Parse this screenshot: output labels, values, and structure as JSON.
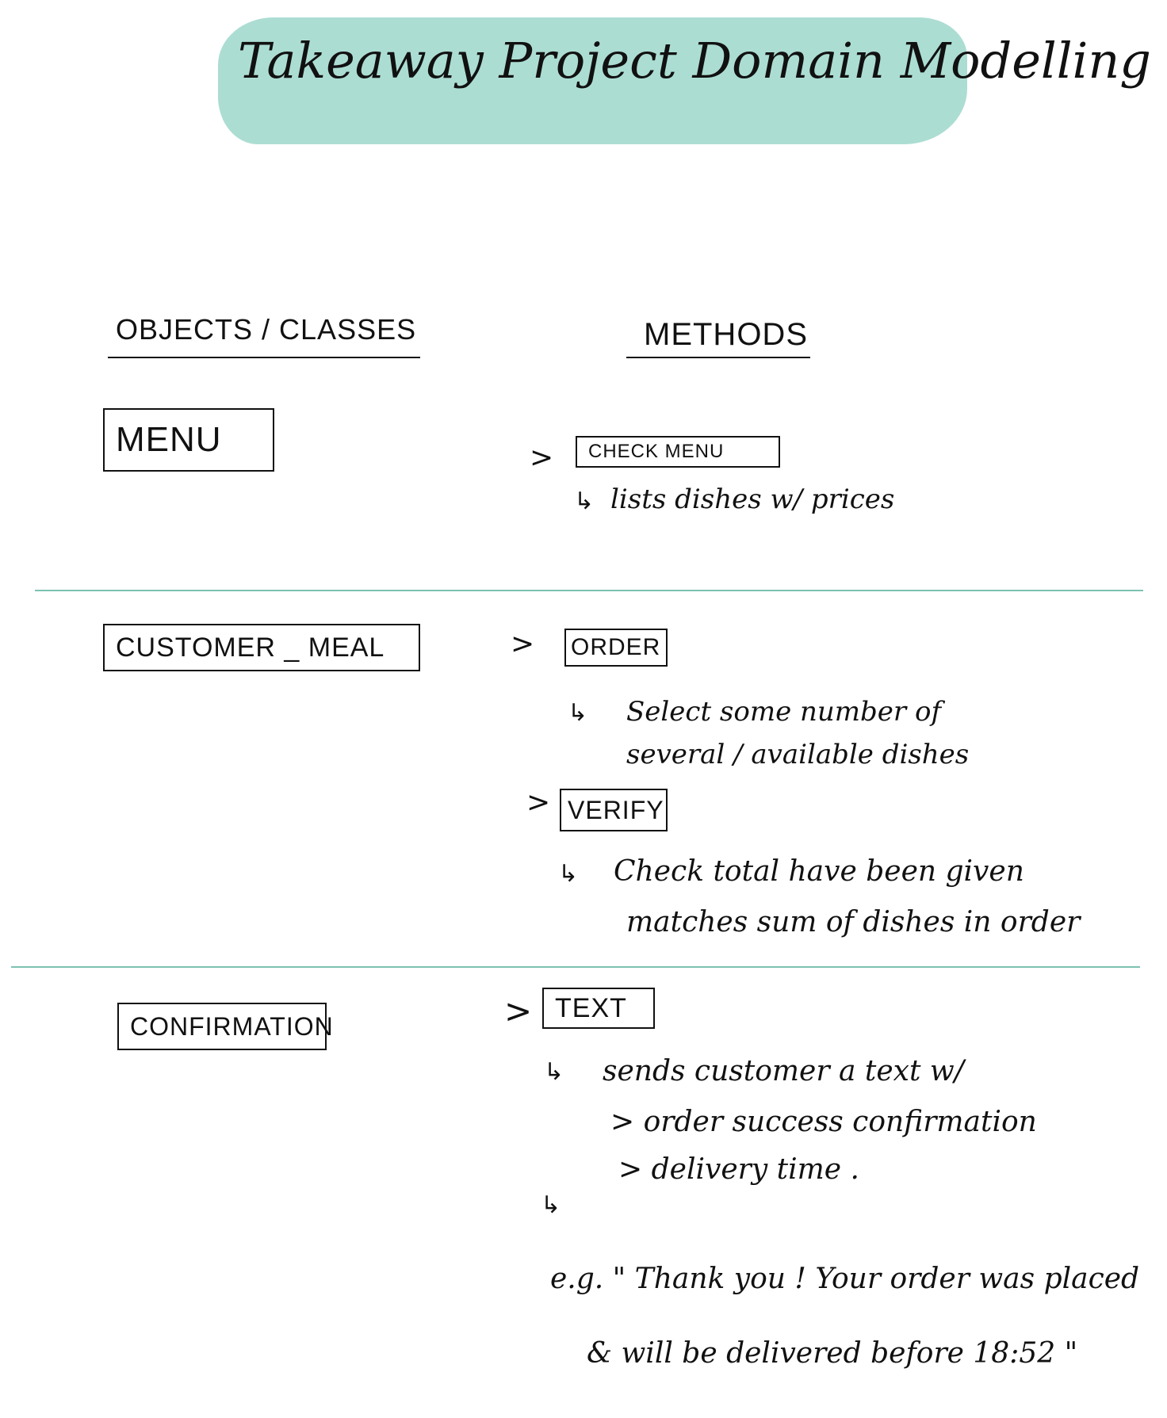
{
  "title": "Takeaway Project Domain Modelling",
  "colors": {
    "title_highlight": "#acddd3",
    "divider": "#7cc2b1",
    "ink": "#111111"
  },
  "headers": {
    "objects": "OBJECTS / CLASSES",
    "methods": "METHODS"
  },
  "sections": [
    {
      "class_name": "MENU",
      "methods": [
        {
          "name": "CHECK MENU",
          "details": [
            "lists dishes w/ prices"
          ]
        }
      ]
    },
    {
      "class_name": "CUSTOMER _ MEAL",
      "methods": [
        {
          "name": "ORDER",
          "details": [
            "Select some number of",
            "several / available dishes"
          ]
        },
        {
          "name": "VERIFY",
          "details": [
            "Check total have been given",
            "matches sum of dishes in order"
          ]
        }
      ]
    },
    {
      "class_name": "CONFIRMATION",
      "methods": [
        {
          "name": "TEXT",
          "details": [
            "sends customer a text w/",
            "> order success confirmation",
            "> delivery time ."
          ],
          "example": [
            "e.g. \" Thank you ! Your order was placed",
            "& will be delivered before 18:52 \""
          ]
        }
      ]
    }
  ]
}
